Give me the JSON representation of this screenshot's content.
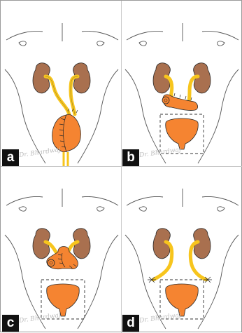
{
  "figure": {
    "panels": [
      {
        "id": "a",
        "label": "a",
        "signature": "Dr. Bhardwaj",
        "organs": [
          "left-kidney",
          "right-kidney",
          "ureters",
          "reconstructed-bladder"
        ]
      },
      {
        "id": "b",
        "label": "b",
        "signature": "Dr. Bhardwaj",
        "organs": [
          "left-kidney",
          "right-kidney",
          "ureters",
          "bowel-conduit",
          "bladder"
        ]
      },
      {
        "id": "c",
        "label": "c",
        "signature": "Dr. Bhardwaj",
        "organs": [
          "left-kidney",
          "right-kidney",
          "ureters",
          "intestinal-pouch",
          "bladder"
        ]
      },
      {
        "id": "d",
        "label": "d",
        "signature": "Dr. Bhardwaj",
        "organs": [
          "left-kidney",
          "right-kidney",
          "ureters",
          "bladder"
        ]
      }
    ],
    "colors": {
      "kidney": "#a9704f",
      "ureter": "#f7c51d",
      "bladder": "#f58431",
      "outline": "#222222",
      "body_line": "#555555",
      "label_bg": "#111111",
      "label_text": "#ffffff"
    }
  }
}
